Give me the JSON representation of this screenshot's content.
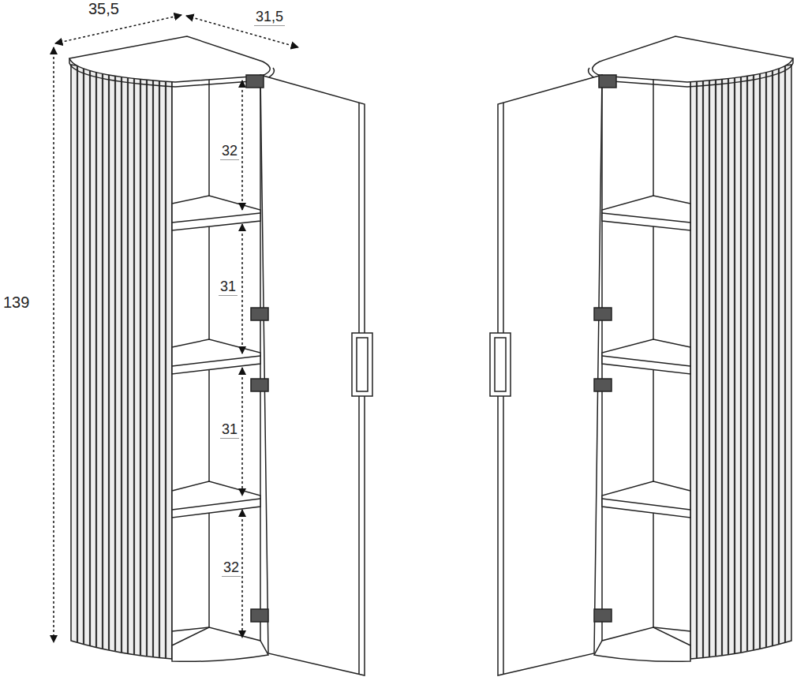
{
  "diagram": {
    "labels": [
      "35,5",
      "31,5",
      "139",
      "32",
      "31",
      "31",
      "32"
    ]
  }
}
